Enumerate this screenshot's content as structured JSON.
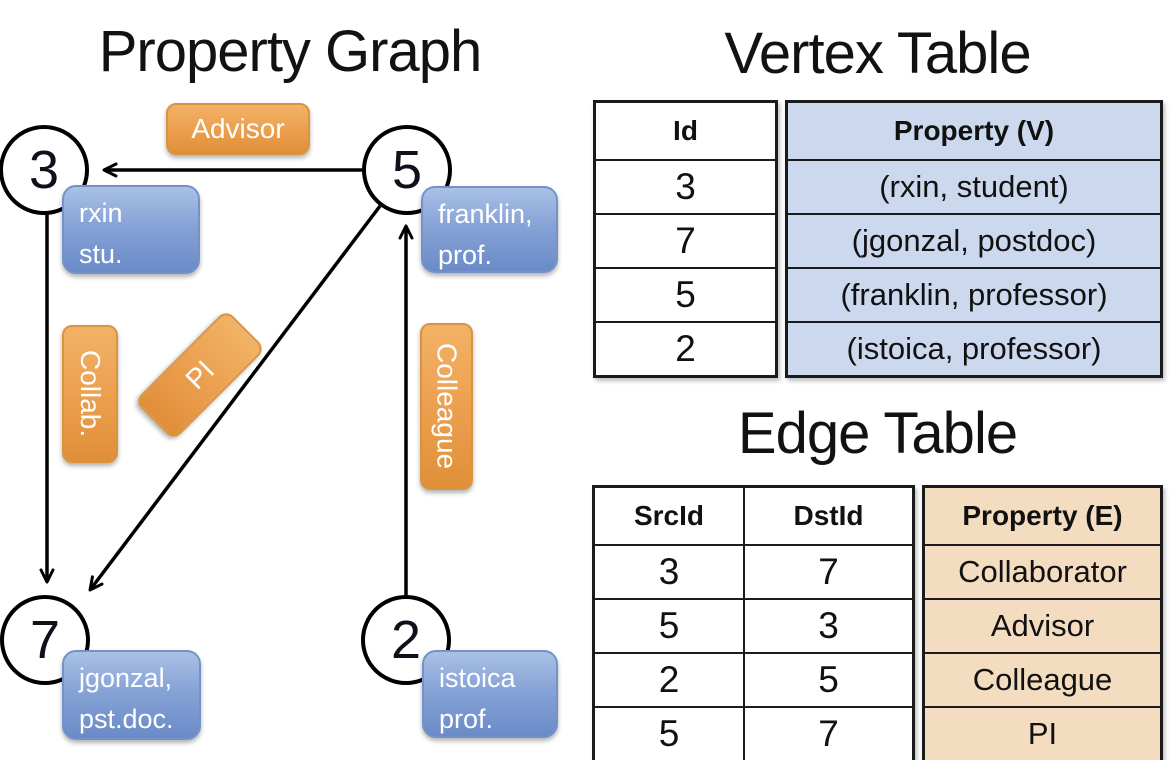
{
  "titles": {
    "graph": "Property Graph",
    "vertex_table": "Vertex Table",
    "edge_table": "Edge Table"
  },
  "graph": {
    "nodes": [
      {
        "label": "3",
        "prop_line1": "rxin",
        "prop_line2": "stu."
      },
      {
        "label": "5",
        "prop_line1": "franklin,",
        "prop_line2": "prof."
      },
      {
        "label": "7",
        "prop_line1": "jgonzal,",
        "prop_line2": "pst.doc."
      },
      {
        "label": "2",
        "prop_line1": "istoica",
        "prop_line2": "prof."
      }
    ],
    "edges": [
      {
        "from": "5",
        "to": "3",
        "label": "Advisor"
      },
      {
        "from": "3",
        "to": "7",
        "label": "Collab."
      },
      {
        "from": "5",
        "to": "7",
        "label": "PI"
      },
      {
        "from": "2",
        "to": "5",
        "label": "Colleague"
      }
    ]
  },
  "vertex_table": {
    "headers": {
      "id": "Id",
      "property": "Property (V)"
    },
    "rows": [
      {
        "id": "3",
        "property": "(rxin, student)"
      },
      {
        "id": "7",
        "property": "(jgonzal, postdoc)"
      },
      {
        "id": "5",
        "property": "(franklin, professor)"
      },
      {
        "id": "2",
        "property": "(istoica, professor)"
      }
    ]
  },
  "edge_table": {
    "headers": {
      "src": "SrcId",
      "dst": "DstId",
      "property": "Property (E)"
    },
    "rows": [
      {
        "src": "3",
        "dst": "7",
        "property": "Collaborator"
      },
      {
        "src": "5",
        "dst": "3",
        "property": "Advisor"
      },
      {
        "src": "2",
        "dst": "5",
        "property": "Colleague"
      },
      {
        "src": "5",
        "dst": "7",
        "property": "PI"
      }
    ]
  },
  "colors": {
    "edge_label_orange": "#E8A04C",
    "vertex_property_blue": "#7B9BD1",
    "vertex_cell_bg": "#CBD8ED",
    "edge_cell_bg": "#F4DCC0",
    "line_black": "#000000"
  }
}
